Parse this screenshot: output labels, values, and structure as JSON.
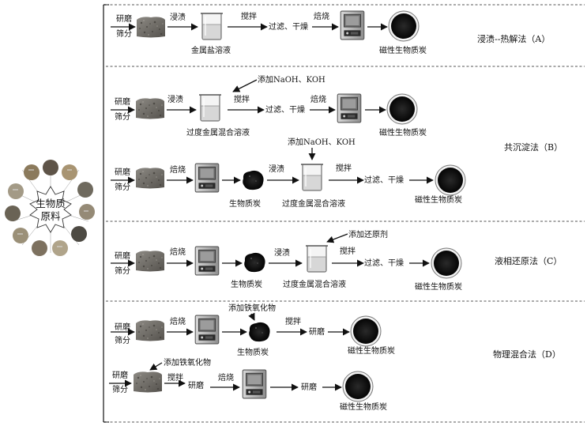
{
  "center": {
    "line1": "生物质",
    "line2": "原料"
  },
  "methods": [
    {
      "label": "浸渍--热解法（A）",
      "rows": [
        {
          "grind": [
            "研磨",
            "筛分"
          ],
          "step1": "浸渍",
          "liquid": "金属盐溶液",
          "step2": "搅拌",
          "step3": "过滤、干燥",
          "step4": "焙烧",
          "product": "磁性生物质炭"
        }
      ]
    },
    {
      "label": "共沉淀法（B）",
      "rows": [
        {
          "grind": [
            "研磨",
            "筛分"
          ],
          "reagent": "添加NaOH、KOH",
          "step1": "浸渍",
          "liquid": "过度金属混合溶液",
          "step2": "搅拌",
          "step3": "过滤、干燥",
          "step4": "焙烧",
          "product": "磁性生物质炭"
        },
        {
          "grind": [
            "研磨",
            "筛分"
          ],
          "step0": "焙烧",
          "char": "生物质炭",
          "reagent": "添加NaOH、KOH",
          "step1": "浸渍",
          "liquid": "过度金属混合溶液",
          "step2": "搅拌",
          "step3": "过滤、干燥",
          "product": "磁性生物质炭"
        }
      ]
    },
    {
      "label": "液相还原法（C）",
      "rows": [
        {
          "grind": [
            "研磨",
            "筛分"
          ],
          "step0": "焙烧",
          "char": "生物质炭",
          "reagent": "添加还原剂",
          "step1": "浸渍",
          "liquid": "过度金属混合溶液",
          "step2": "搅拌",
          "step3": "过滤、干燥",
          "product": "磁性生物质炭"
        }
      ]
    },
    {
      "label": "物理混合法（D）",
      "rows": [
        {
          "grind": [
            "研磨",
            "筛分"
          ],
          "step0": "焙烧",
          "char": "生物质炭",
          "reagent": "添加铁氧化物",
          "step2": "搅拌",
          "step3": "研磨",
          "product": "磁性生物质炭"
        },
        {
          "grind": [
            "研磨",
            "筛分"
          ],
          "reagent": "添加铁氧化物",
          "step2": "搅拌",
          "step3": "研磨",
          "step4": "焙烧",
          "step5": "研磨",
          "product": "磁性生物质炭"
        }
      ]
    }
  ],
  "colors": {
    "line": "#111111",
    "dash": "#555555",
    "char": "#0d0d0d",
    "powder": "#6d6a65",
    "furnace": "#9a9a9a"
  }
}
